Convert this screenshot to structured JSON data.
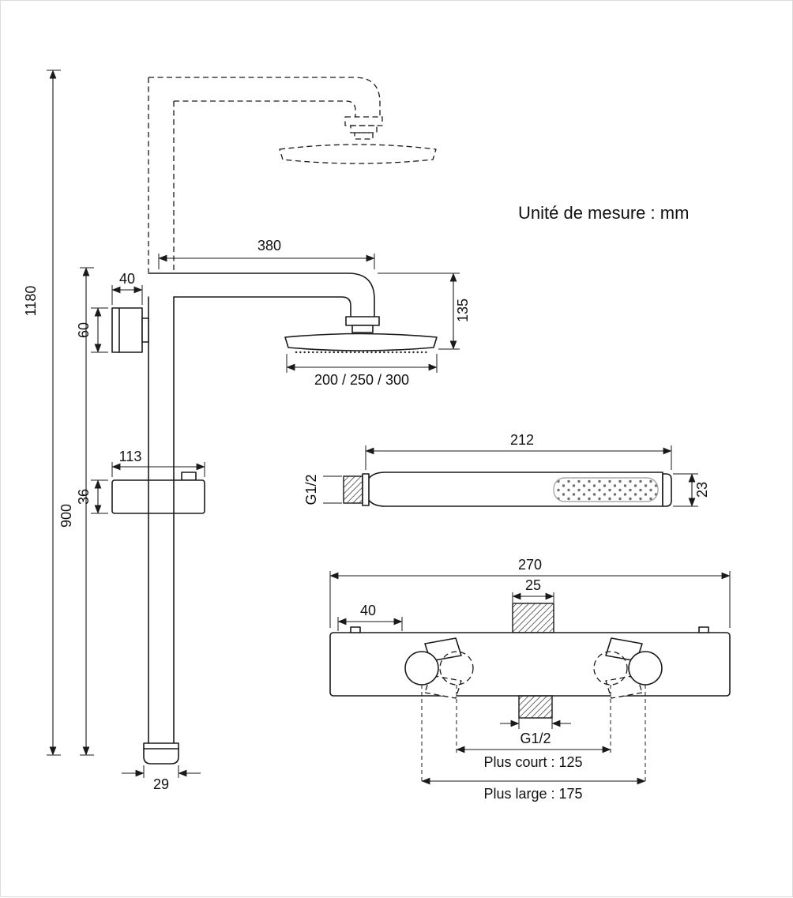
{
  "note": "Unité de mesure : mm",
  "column": {
    "total_height": "1180",
    "bar_height": "900",
    "arm_length": "380",
    "bracket_width": "40",
    "bracket_height": "60",
    "arm_drop": "135",
    "head_sizes": "200 / 250 / 300",
    "holder_width": "113",
    "holder_height": "36",
    "bar_end_width": "29"
  },
  "handshower": {
    "length": "212",
    "thread": "G1/2",
    "width": "23"
  },
  "mixer": {
    "width": "270",
    "top_inlet_width": "25",
    "left_offset": "40",
    "bottom_thread": "G1/2",
    "short_spacing": "Plus court : 125",
    "wide_spacing": "Plus large : 175"
  }
}
